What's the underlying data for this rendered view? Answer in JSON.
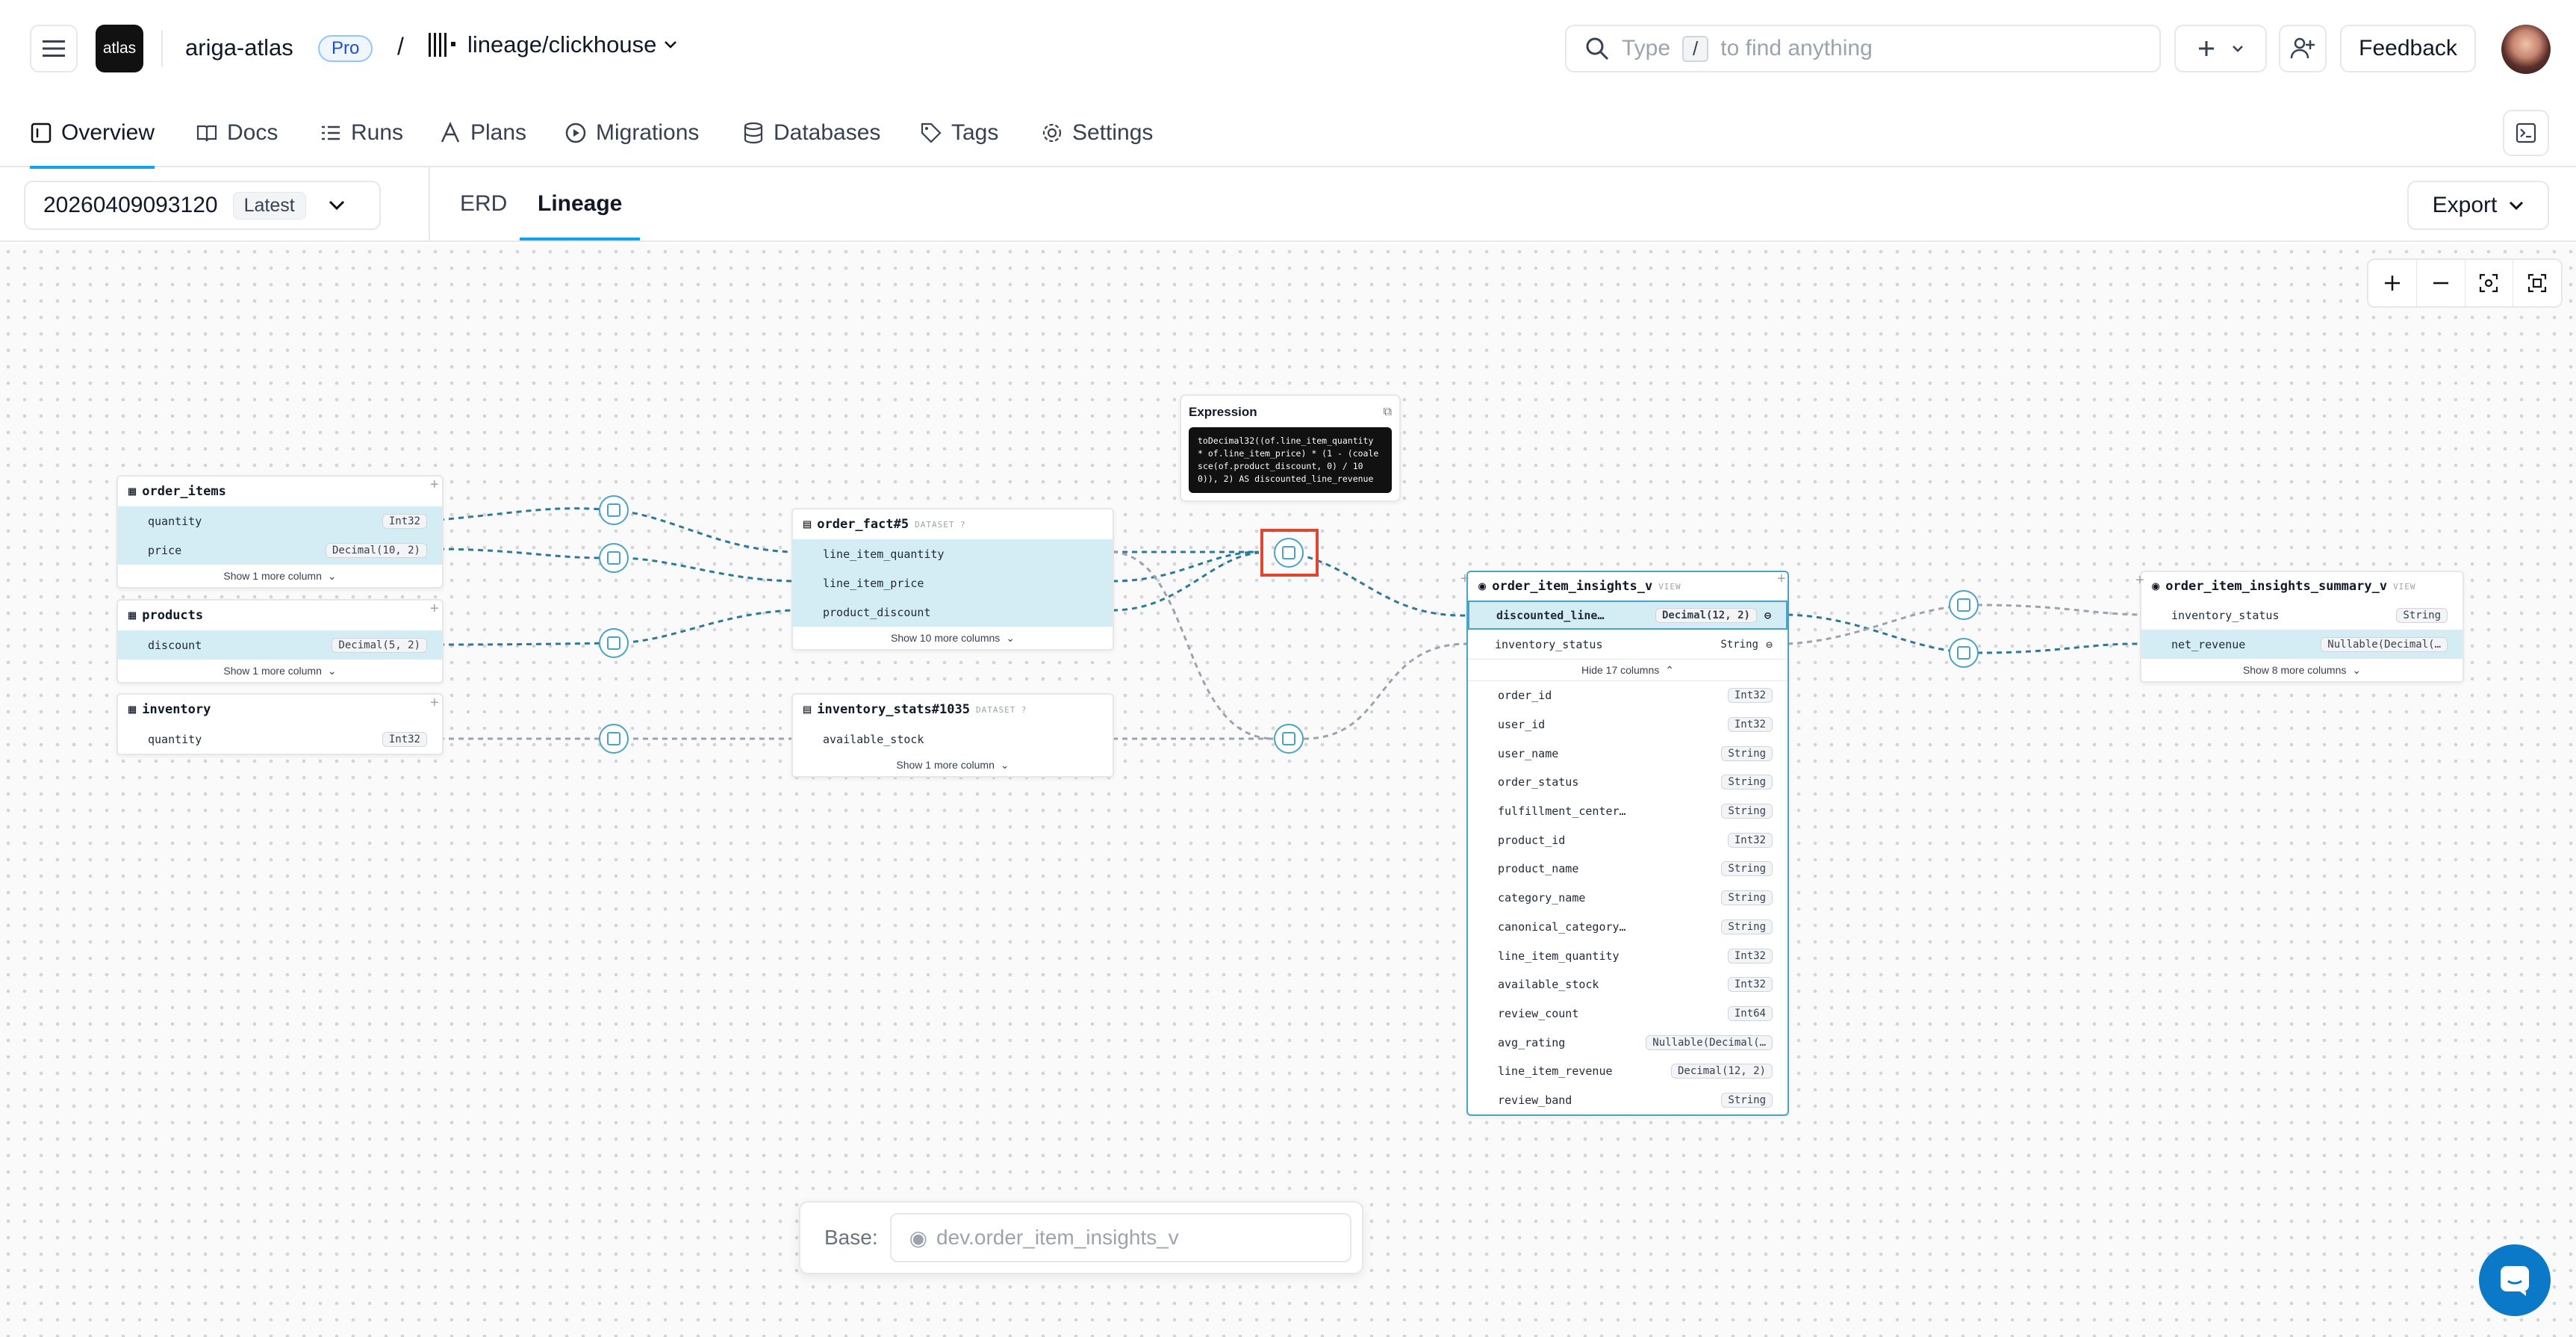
{
  "header": {
    "logo_text": "atlas",
    "org": "ariga-atlas",
    "plan_badge": "Pro",
    "separator": "/",
    "repo": "lineage/clickhouse",
    "search_prefix": "Type",
    "search_key": "/",
    "search_suffix": "to find anything",
    "feedback_label": "Feedback"
  },
  "nav": {
    "items": [
      {
        "label": "Overview",
        "icon": "overview-icon"
      },
      {
        "label": "Docs",
        "icon": "book-icon"
      },
      {
        "label": "Runs",
        "icon": "list-icon"
      },
      {
        "label": "Plans",
        "icon": "plan-icon"
      },
      {
        "label": "Migrations",
        "icon": "play-circle-icon"
      },
      {
        "label": "Databases",
        "icon": "database-icon"
      },
      {
        "label": "Tags",
        "icon": "tag-icon"
      },
      {
        "label": "Settings",
        "icon": "gear-icon"
      }
    ],
    "active": "Overview"
  },
  "subbar": {
    "version": "20260409093120",
    "version_badge": "Latest",
    "tabs": [
      "ERD",
      "Lineage"
    ],
    "active_tab": "Lineage",
    "export_label": "Export"
  },
  "nodes": {
    "order_items": {
      "name": "order_items",
      "cols": [
        {
          "name": "quantity",
          "type": "Int32"
        },
        {
          "name": "price",
          "type": "Decimal(10, 2)"
        }
      ],
      "more": "Show 1 more column"
    },
    "products": {
      "name": "products",
      "cols": [
        {
          "name": "discount",
          "type": "Decimal(5, 2)"
        }
      ],
      "more": "Show 1 more column"
    },
    "inventory": {
      "name": "inventory",
      "cols": [
        {
          "name": "quantity",
          "type": "Int32"
        }
      ]
    },
    "order_fact": {
      "name": "order_fact#5",
      "tag": "DATASET ?",
      "cols": [
        {
          "name": "line_item_quantity"
        },
        {
          "name": "line_item_price"
        },
        {
          "name": "product_discount"
        }
      ],
      "more": "Show 10 more columns"
    },
    "inventory_stats": {
      "name": "inventory_stats#1035",
      "tag": "DATASET ?",
      "cols": [
        {
          "name": "available_stock"
        }
      ],
      "more": "Show 1 more column"
    },
    "expression": {
      "title": "Expression",
      "code": "toDecimal32((of.line_item_quantity * of.line_item_price) * (1 - (coalesce(of.product_discount, 0) / 100)), 2) AS discounted_line_revenue"
    },
    "insights": {
      "name": "order_item_insights_v",
      "tag": "VIEW",
      "pinned": [
        {
          "name": "discounted_line…",
          "type": "Decimal(12, 2)"
        },
        {
          "name": "inventory_status",
          "type": "String"
        }
      ],
      "hide": "Hide 17 columns",
      "cols": [
        {
          "name": "order_id",
          "type": "Int32"
        },
        {
          "name": "user_id",
          "type": "Int32"
        },
        {
          "name": "user_name",
          "type": "String"
        },
        {
          "name": "order_status",
          "type": "String"
        },
        {
          "name": "fulfillment_center…",
          "type": "String"
        },
        {
          "name": "product_id",
          "type": "Int32"
        },
        {
          "name": "product_name",
          "type": "String"
        },
        {
          "name": "category_name",
          "type": "String"
        },
        {
          "name": "canonical_category…",
          "type": "String"
        },
        {
          "name": "line_item_quantity",
          "type": "Int32"
        },
        {
          "name": "available_stock",
          "type": "Int32"
        },
        {
          "name": "review_count",
          "type": "Int64"
        },
        {
          "name": "avg_rating",
          "type": "Nullable(Decimal(…"
        },
        {
          "name": "line_item_revenue",
          "type": "Decimal(12, 2)"
        },
        {
          "name": "review_band",
          "type": "String"
        }
      ]
    },
    "summary": {
      "name": "order_item_insights_summary_v",
      "tag": "VIEW",
      "cols": [
        {
          "name": "inventory_status",
          "type": "String"
        },
        {
          "name": "net_revenue",
          "type": "Nullable(Decimal(…"
        }
      ],
      "more": "Show 8 more columns"
    }
  },
  "base": {
    "label": "Base:",
    "value": "dev.order_item_insights_v"
  },
  "colors": {
    "accent": "#0ea5e9",
    "highlight": "#d4edf5",
    "edge": "#2b7a99",
    "selection": "#e0452f"
  }
}
